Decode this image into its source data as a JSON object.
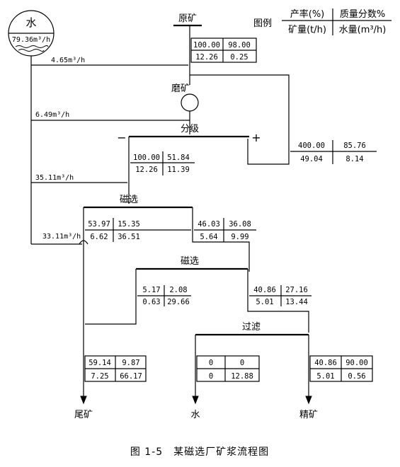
{
  "caption": "图 1-5　某磁选厂矿浆流程图",
  "legend": {
    "title": "图例",
    "top_left": "产率(%)",
    "top_right": "质量分数%",
    "bottom_left": "矿量(t/h)",
    "bottom_right": "水量(m³/h)"
  },
  "water_tank": {
    "label": "水",
    "value": "79.36m³/h"
  },
  "nodes": {
    "raw_ore": "原矿",
    "grinding": "磨矿",
    "classify": "分级",
    "mag1": "磁选",
    "mag2": "磁选",
    "filter": "过滤",
    "tailings": "尾矿",
    "water_out": "水",
    "concentrate": "精矿"
  },
  "signs": {
    "minus": "−",
    "plus": "+"
  },
  "water_flows": {
    "f1": "4.65m³/h",
    "f2": "6.49m³/h",
    "f3": "35.11m³/h",
    "f4": "33.11m³/h"
  },
  "tables": {
    "raw": {
      "tl": "100.00",
      "tr": "98.00",
      "bl": "12.26",
      "br": "0.25"
    },
    "recycle": {
      "tl": "400.00",
      "tr": "85.76",
      "bl": "49.04",
      "br": "8.14"
    },
    "class_out": {
      "tl": "100.00",
      "tr": "51.84",
      "bl": "12.26",
      "br": "11.39"
    },
    "m1_tail": {
      "tl": "53.97",
      "tr": "15.35",
      "bl": "6.62",
      "br": "36.51"
    },
    "m1_conc": {
      "tl": "46.03",
      "tr": "36.08",
      "bl": "5.64",
      "br": "9.99"
    },
    "m2_tail": {
      "tl": "5.17",
      "tr": "2.08",
      "bl": "0.63",
      "br": "29.66"
    },
    "m2_conc": {
      "tl": "40.86",
      "tr": "27.16",
      "bl": "5.01",
      "br": "13.44"
    },
    "tail_final": {
      "tl": "59.14",
      "tr": "9.87",
      "bl": "7.25",
      "br": "66.17"
    },
    "water_final": {
      "tl": "0",
      "tr": "0",
      "bl": "0",
      "br": "12.88"
    },
    "conc_final": {
      "tl": "40.86",
      "tr": "90.00",
      "bl": "5.01",
      "br": "0.56"
    }
  }
}
